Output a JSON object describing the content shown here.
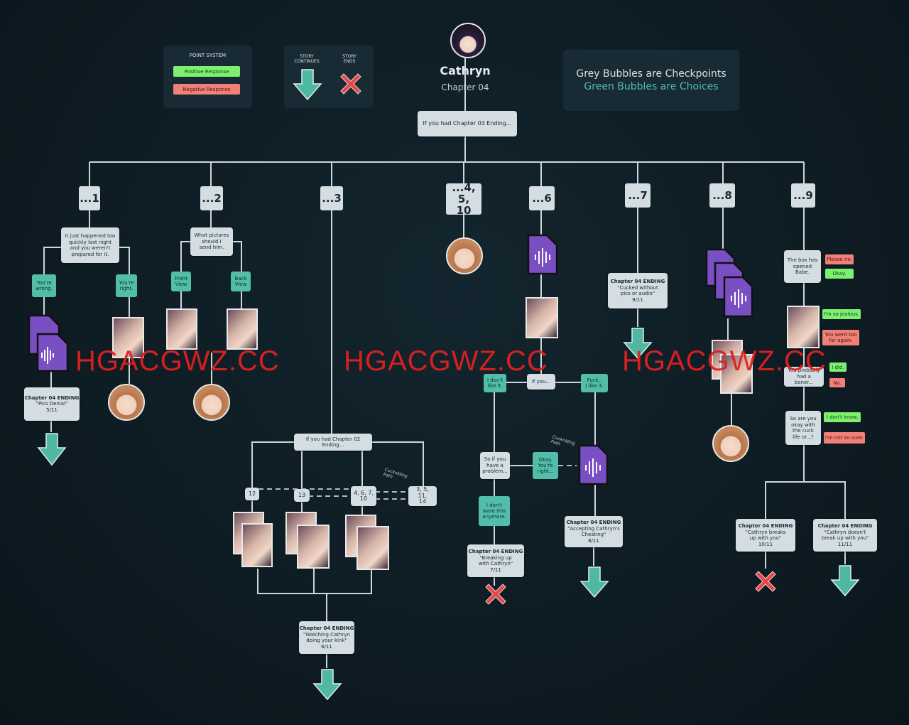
{
  "legend": {
    "title": "POINT SYSTEM",
    "positive": "Positive Response",
    "negative": "Negative Response",
    "continues": "STORY\nCONTINUES",
    "ends": "STORY\nENDS"
  },
  "header": {
    "name": "Cathryn",
    "chapter": "Chapter 04",
    "info_line1": "Grey Bubbles are Checkpoints",
    "info_line2": "Green Bubbles are Choices",
    "root": "If you had Chapter 03 Ending..."
  },
  "branches": [
    "...1",
    "...2",
    "...3",
    "...4, 5,\n10",
    "...6",
    "...7",
    "...8",
    "...9"
  ],
  "b1": {
    "prompt": "It just happened too\nquickly last night\nand you weren't\nprepared for it.",
    "left": "You're\nwrong.",
    "right": "You're\nright.",
    "ending_title": "Chapter 04 ENDING",
    "ending_name": "\"Pics Denial\"",
    "ending_num": "5/11"
  },
  "b2": {
    "prompt": "What pictures\nshould I\nsend him.",
    "left": "Front\nView",
    "right": "Back\nView"
  },
  "b3": {
    "prompt": "If you had Chapter 02 Ending...",
    "opt_a": "12",
    "opt_b": "13",
    "opt_c": "4, 6, 7,\n10",
    "opt_d": "3, 5, 11,\n14",
    "note": "Cuckolding\nPath",
    "ending_title": "Chapter 04 ENDING",
    "ending_name": "\"Watching Cathryn\ndoing your kink\"",
    "ending_num": "6/11"
  },
  "b6": {
    "prompt": "If you...",
    "left": "I don't\nlike it.",
    "right": "Fuck..\nI like it.",
    "check": "So if you\nhave a\nproblem...",
    "okay": "Okay.\nYou're\nright...",
    "dont": "I don't\nwant this\nanymore.",
    "note": "Cuckolding\nPath",
    "end_a_title": "Chapter 04 ENDING",
    "end_a_name": "\"Breaking up\nwith Cathryn\"",
    "end_a_num": "7/11",
    "end_b_title": "Chapter 04 ENDING",
    "end_b_name": "\"Accepting Cathryn's\nCheating\"",
    "end_b_num": "8/11"
  },
  "b7": {
    "ending_title": "Chapter 04 ENDING",
    "ending_name": "\"Cucked without\npics or audio\"",
    "ending_num": "9/11"
  },
  "b9": {
    "q1": "The box has\nopened\nBabe.",
    "q1_neg": "Please no.",
    "q1_pos": "Okay.",
    "q2_pos": "I'm so jealous.",
    "q2_neg": "You went too\nfar again.",
    "q3": "You probably\nhad a boner...",
    "q3_pos": "I did.",
    "q3_neg": "No.",
    "q4": "So are you\nokay with\nthe cuck\nlife or...?",
    "q4_pos": "I don't know.",
    "q4_neg": "I'm not so sure.",
    "end_a_title": "Chapter 04 ENDING",
    "end_a_name": "\"Cathryn breaks\nup with you\"",
    "end_a_num": "10/11",
    "end_b_title": "Chapter 04 ENDING",
    "end_b_name": "\"Cathryn doesn't\nbreak up with you\"",
    "end_b_num": "11/11"
  },
  "watermark": "HGACGWZ.CC",
  "colors": {
    "background": "#0e1c24",
    "line": "#cdd6da",
    "choice": "#52bda8",
    "positive": "#7ef070",
    "negative": "#f08078",
    "arrow": "#4fb8a2",
    "cross": "#e24a4a",
    "audio": "#7a4fc4"
  },
  "icons": [
    "arrow-down-icon",
    "cross-icon",
    "audio-file-icon",
    "avatar-icon"
  ]
}
